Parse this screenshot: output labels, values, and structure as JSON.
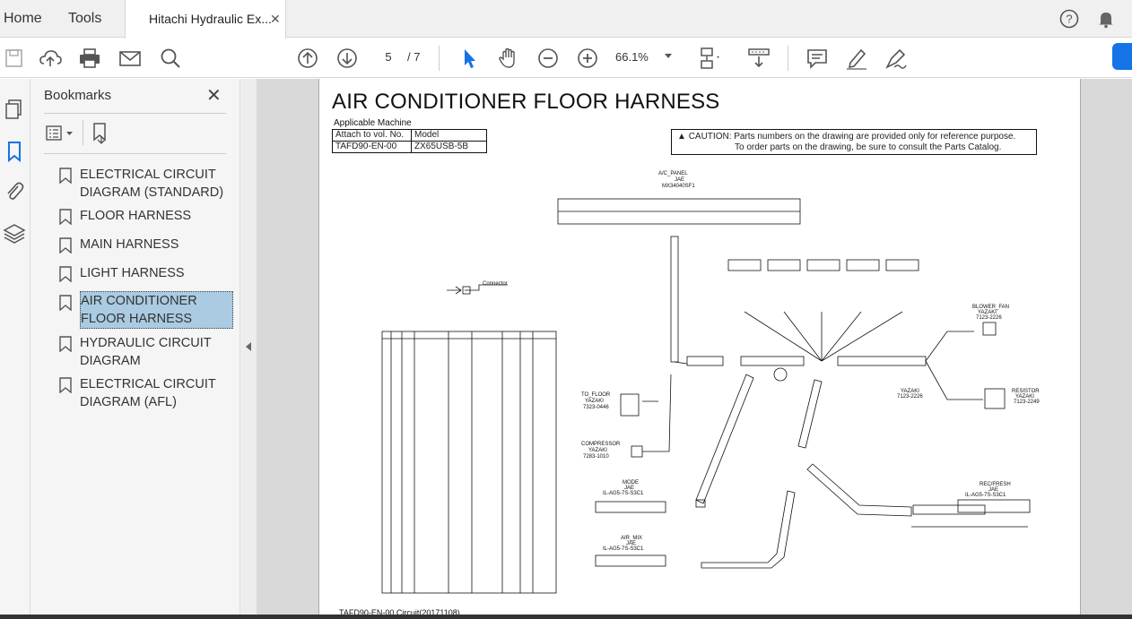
{
  "tabs": {
    "home": "Home",
    "tools": "Tools",
    "document": "Hitachi Hydraulic Ex..."
  },
  "toolbar": {
    "page_current": "5",
    "page_total": "/ 7",
    "zoom": "66.1%"
  },
  "bookmarks": {
    "title": "Bookmarks",
    "items": [
      {
        "label": "ELECTRICAL CIRCUIT DIAGRAM (STANDARD)",
        "selected": false
      },
      {
        "label": "FLOOR HARNESS",
        "selected": false
      },
      {
        "label": "MAIN HARNESS",
        "selected": false
      },
      {
        "label": "LIGHT HARNESS",
        "selected": false
      },
      {
        "label": "AIR CONDITIONER FLOOR HARNESS",
        "selected": true
      },
      {
        "label": "HYDRAULIC CIRCUIT DIAGRAM",
        "selected": false
      },
      {
        "label": "ELECTRICAL CIRCUIT DIAGRAM (AFL)",
        "selected": false
      }
    ]
  },
  "document": {
    "title": "AIR CONDITIONER FLOOR HARNESS",
    "applicable_machine": "Applicable Machine",
    "table_headers": [
      "Attach to vol. No.",
      "Model"
    ],
    "table_row": [
      "TAFD90-EN-00",
      "ZX65USB-5B"
    ],
    "caution_line1": "CAUTION: Parts numbers on the drawing are provided only for reference purpose.",
    "caution_line2": "To order parts on the drawing, be sure to consult the Parts Catalog.",
    "footer": "TAFD90-EN-00  Circuit(20171108)",
    "labels": {
      "ac_panel": "A/C_PANEL",
      "ac_panel_maker": "JAE",
      "ac_panel_part": "MX34040SF1",
      "connector": "Connector",
      "to_floor": "TO_FLOOR",
      "to_floor_maker": "YAZAKI",
      "to_floor_part": "7323-0446",
      "compressor": "COMPRESSOR",
      "compressor_maker": "YAZAKI",
      "compressor_part": "7283-1010",
      "mode": "MODE",
      "mode_maker": "JAE",
      "mode_part": "IL-AG5-7S-S3C1",
      "air_mix": "AIR_MIX",
      "air_mix_maker": "JAE",
      "air_mix_part": "IL-AG5-7S-S3C1",
      "rec_fresh": "REC/FRESH",
      "rec_fresh_maker": "JAE",
      "rec_fresh_part": "IL-AG5-7S-S3C1",
      "blower_fan": "BLOWER_FAN",
      "blower_fan_maker": "YAZAKI",
      "blower_fan_part": "7123-2226",
      "resistor": "RESISTOR",
      "resistor_maker": "YAZAKI",
      "resistor_part": "7123-2249",
      "yazaki": "YAZAKI",
      "yazaki_part": "7123-2226"
    }
  }
}
